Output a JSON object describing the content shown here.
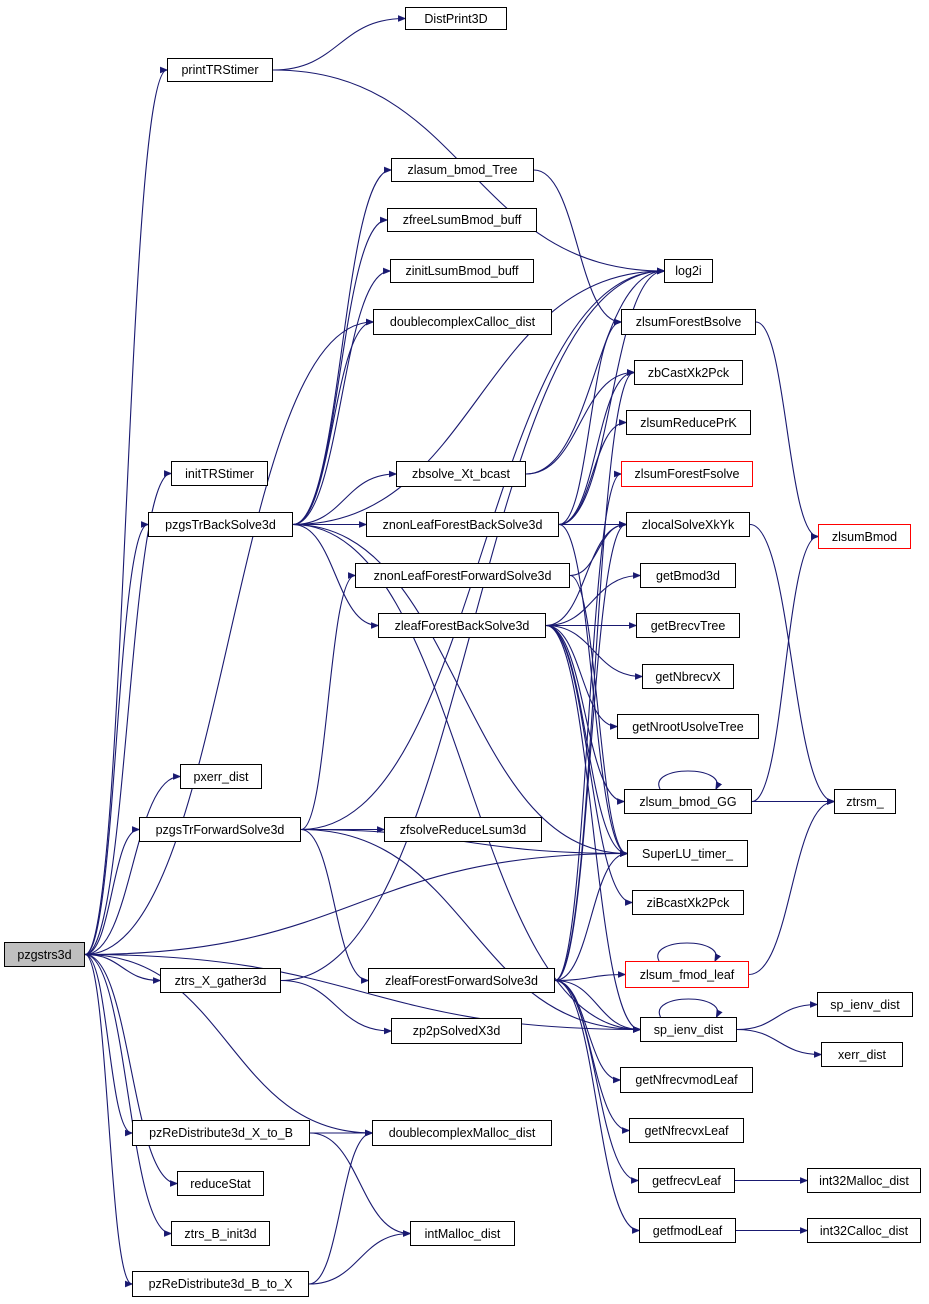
{
  "root": "pzgstrs3d",
  "nodes": [
    {
      "id": "DistPrint3D",
      "label": "DistPrint3D"
    },
    {
      "id": "printTRStimer",
      "label": "printTRStimer"
    },
    {
      "id": "zlasum_bmod_Tree",
      "label": "zlasum_bmod_Tree"
    },
    {
      "id": "zfreeLsumBmod_buff",
      "label": "zfreeLsumBmod_buff"
    },
    {
      "id": "zinitLsumBmod_buff",
      "label": "zinitLsumBmod_buff"
    },
    {
      "id": "log2i",
      "label": "log2i"
    },
    {
      "id": "doublecomplexCalloc_dist",
      "label": "doublecomplexCalloc_dist"
    },
    {
      "id": "zlsumForestBsolve",
      "label": "zlsumForestBsolve"
    },
    {
      "id": "zbCastXk2Pck",
      "label": "zbCastXk2Pck"
    },
    {
      "id": "zlsumReducePrK",
      "label": "zlsumReducePrK"
    },
    {
      "id": "initTRStimer",
      "label": "initTRStimer"
    },
    {
      "id": "zbsolve_Xt_bcast",
      "label": "zbsolve_Xt_bcast"
    },
    {
      "id": "zlsumForestFsolve",
      "label": "zlsumForestFsolve",
      "red": true
    },
    {
      "id": "pzgsTrBackSolve3d",
      "label": "pzgsTrBackSolve3d"
    },
    {
      "id": "znonLeafForestBackSolve3d",
      "label": "znonLeafForestBackSolve3d"
    },
    {
      "id": "zlocalSolveXkYk",
      "label": "zlocalSolveXkYk"
    },
    {
      "id": "zlsumBmod",
      "label": "zlsumBmod",
      "red": true
    },
    {
      "id": "znonLeafForestForwardSolve3d",
      "label": "znonLeafForestForwardSolve3d"
    },
    {
      "id": "getBmod3d",
      "label": "getBmod3d"
    },
    {
      "id": "zleafForestBackSolve3d",
      "label": "zleafForestBackSolve3d"
    },
    {
      "id": "getBrecvTree",
      "label": "getBrecvTree"
    },
    {
      "id": "getNbrecvX",
      "label": "getNbrecvX"
    },
    {
      "id": "getNrootUsolveTree",
      "label": "getNrootUsolveTree"
    },
    {
      "id": "pxerr_dist",
      "label": "pxerr_dist"
    },
    {
      "id": "zlsum_bmod_GG",
      "label": "zlsum_bmod_GG"
    },
    {
      "id": "ztrsm_",
      "label": "ztrsm_"
    },
    {
      "id": "pzgsTrForwardSolve3d",
      "label": "pzgsTrForwardSolve3d"
    },
    {
      "id": "zfsolveReduceLsum3d",
      "label": "zfsolveReduceLsum3d"
    },
    {
      "id": "SuperLU_timer_",
      "label": "SuperLU_timer_"
    },
    {
      "id": "ziBcastXk2Pck",
      "label": "ziBcastXk2Pck"
    },
    {
      "id": "pzgstrs3d",
      "label": "pzgstrs3d"
    },
    {
      "id": "ztrs_X_gather3d",
      "label": "ztrs_X_gather3d"
    },
    {
      "id": "zleafForestForwardSolve3d",
      "label": "zleafForestForwardSolve3d"
    },
    {
      "id": "zlsum_fmod_leaf",
      "label": "zlsum_fmod_leaf",
      "red": true
    },
    {
      "id": "sp_ienv_dist",
      "label": "sp_ienv_dist"
    },
    {
      "id": "zp2pSolvedX3d",
      "label": "zp2pSolvedX3d"
    },
    {
      "id": "xerr_dist",
      "label": "xerr_dist"
    },
    {
      "id": "getNfrecvmodLeaf",
      "label": "getNfrecvmodLeaf"
    },
    {
      "id": "pzReDistribute3d_X_to_B",
      "label": "pzReDistribute3d_X_to_B"
    },
    {
      "id": "doublecomplexMalloc_dist",
      "label": "doublecomplexMalloc_dist"
    },
    {
      "id": "getNfrecvxLeaf",
      "label": "getNfrecvxLeaf"
    },
    {
      "id": "reduceStat",
      "label": "reduceStat"
    },
    {
      "id": "getfrecvLeaf",
      "label": "getfrecvLeaf"
    },
    {
      "id": "int32Malloc_dist",
      "label": "int32Malloc_dist"
    },
    {
      "id": "ztrs_B_init3d",
      "label": "ztrs_B_init3d"
    },
    {
      "id": "intMalloc_dist",
      "label": "intMalloc_dist"
    },
    {
      "id": "getfmodLeaf",
      "label": "getfmodLeaf"
    },
    {
      "id": "int32Calloc_dist",
      "label": "int32Calloc_dist"
    },
    {
      "id": "pzReDistribute3d_B_to_X",
      "label": "pzReDistribute3d_B_to_X"
    }
  ],
  "edges": [
    [
      "pzgstrs3d",
      "printTRStimer"
    ],
    [
      "pzgstrs3d",
      "doublecomplexCalloc_dist"
    ],
    [
      "pzgstrs3d",
      "initTRStimer"
    ],
    [
      "pzgstrs3d",
      "pzgsTrBackSolve3d"
    ],
    [
      "pzgstrs3d",
      "pxerr_dist"
    ],
    [
      "pzgstrs3d",
      "pzgsTrForwardSolve3d"
    ],
    [
      "pzgstrs3d",
      "SuperLU_timer_"
    ],
    [
      "pzgstrs3d",
      "ztrs_X_gather3d"
    ],
    [
      "pzgstrs3d",
      "sp_ienv_dist"
    ],
    [
      "pzgstrs3d",
      "pzReDistribute3d_X_to_B"
    ],
    [
      "pzgstrs3d",
      "doublecomplexMalloc_dist"
    ],
    [
      "pzgstrs3d",
      "reduceStat"
    ],
    [
      "pzgstrs3d",
      "ztrs_B_init3d"
    ],
    [
      "pzgstrs3d",
      "pzReDistribute3d_B_to_X"
    ],
    [
      "printTRStimer",
      "DistPrint3D"
    ],
    [
      "printTRStimer",
      "log2i"
    ],
    [
      "pzgsTrBackSolve3d",
      "zlasum_bmod_Tree"
    ],
    [
      "pzgsTrBackSolve3d",
      "zfreeLsumBmod_buff"
    ],
    [
      "pzgsTrBackSolve3d",
      "zinitLsumBmod_buff"
    ],
    [
      "pzgsTrBackSolve3d",
      "doublecomplexCalloc_dist"
    ],
    [
      "pzgsTrBackSolve3d",
      "log2i"
    ],
    [
      "pzgsTrBackSolve3d",
      "zbsolve_Xt_bcast"
    ],
    [
      "pzgsTrBackSolve3d",
      "znonLeafForestBackSolve3d"
    ],
    [
      "pzgsTrBackSolve3d",
      "zleafForestBackSolve3d"
    ],
    [
      "pzgsTrBackSolve3d",
      "SuperLU_timer_"
    ],
    [
      "pzgsTrBackSolve3d",
      "sp_ienv_dist"
    ],
    [
      "zlasum_bmod_Tree",
      "zlsumForestBsolve"
    ],
    [
      "zbsolve_Xt_bcast",
      "log2i"
    ],
    [
      "zbsolve_Xt_bcast",
      "zbCastXk2Pck"
    ],
    [
      "znonLeafForestBackSolve3d",
      "log2i"
    ],
    [
      "znonLeafForestBackSolve3d",
      "zlsumForestBsolve"
    ],
    [
      "znonLeafForestBackSolve3d",
      "zbCastXk2Pck"
    ],
    [
      "znonLeafForestBackSolve3d",
      "zlsumReducePrK"
    ],
    [
      "znonLeafForestBackSolve3d",
      "zlocalSolveXkYk"
    ],
    [
      "znonLeafForestBackSolve3d",
      "SuperLU_timer_"
    ],
    [
      "zlsumForestBsolve",
      "zlsumBmod"
    ],
    [
      "zlocalSolveXkYk",
      "ztrsm_"
    ],
    [
      "zleafForestBackSolve3d",
      "zlocalSolveXkYk"
    ],
    [
      "zleafForestBackSolve3d",
      "getBmod3d"
    ],
    [
      "zleafForestBackSolve3d",
      "getBrecvTree"
    ],
    [
      "zleafForestBackSolve3d",
      "getNbrecvX"
    ],
    [
      "zleafForestBackSolve3d",
      "getNrootUsolveTree"
    ],
    [
      "zleafForestBackSolve3d",
      "zlsum_bmod_GG"
    ],
    [
      "zleafForestBackSolve3d",
      "SuperLU_timer_"
    ],
    [
      "zleafForestBackSolve3d",
      "ziBcastXk2Pck"
    ],
    [
      "zleafForestBackSolve3d",
      "sp_ienv_dist"
    ],
    [
      "zlsum_bmod_GG",
      "zlsum_bmod_GG"
    ],
    [
      "zlsum_bmod_GG",
      "zlsumBmod"
    ],
    [
      "zlsum_bmod_GG",
      "ztrsm_"
    ],
    [
      "pzgsTrForwardSolve3d",
      "log2i"
    ],
    [
      "pzgsTrForwardSolve3d",
      "znonLeafForestForwardSolve3d"
    ],
    [
      "pzgsTrForwardSolve3d",
      "SuperLU_timer_"
    ],
    [
      "pzgsTrForwardSolve3d",
      "zfsolveReduceLsum3d"
    ],
    [
      "pzgsTrForwardSolve3d",
      "zleafForestForwardSolve3d"
    ],
    [
      "pzgsTrForwardSolve3d",
      "sp_ienv_dist"
    ],
    [
      "znonLeafForestForwardSolve3d",
      "zlocalSolveXkYk"
    ],
    [
      "znonLeafForestForwardSolve3d",
      "SuperLU_timer_"
    ],
    [
      "zleafForestForwardSolve3d",
      "zbCastXk2Pck"
    ],
    [
      "zleafForestForwardSolve3d",
      "zlsumForestFsolve"
    ],
    [
      "zleafForestForwardSolve3d",
      "zlocalSolveXkYk"
    ],
    [
      "zleafForestForwardSolve3d",
      "SuperLU_timer_"
    ],
    [
      "zleafForestForwardSolve3d",
      "zlsum_fmod_leaf"
    ],
    [
      "zleafForestForwardSolve3d",
      "sp_ienv_dist"
    ],
    [
      "zleafForestForwardSolve3d",
      "getNfrecvmodLeaf"
    ],
    [
      "zleafForestForwardSolve3d",
      "getNfrecvxLeaf"
    ],
    [
      "zleafForestForwardSolve3d",
      "getfrecvLeaf"
    ],
    [
      "zleafForestForwardSolve3d",
      "getfmodLeaf"
    ],
    [
      "zlsum_fmod_leaf",
      "zlsum_fmod_leaf"
    ],
    [
      "zlsum_fmod_leaf",
      "ztrsm_"
    ],
    [
      "ztrs_X_gather3d",
      "zp2pSolvedX3d"
    ],
    [
      "ztrs_X_gather3d",
      "log2i"
    ],
    [
      "sp_ienv_dist",
      "sp_ienv_dist"
    ],
    [
      "sp_ienv_dist",
      "xerr_dist"
    ],
    [
      "pzReDistribute3d_X_to_B",
      "doublecomplexMalloc_dist"
    ],
    [
      "pzReDistribute3d_X_to_B",
      "intMalloc_dist"
    ],
    [
      "getfrecvLeaf",
      "int32Malloc_dist"
    ],
    [
      "getfmodLeaf",
      "int32Calloc_dist"
    ],
    [
      "pzReDistribute3d_B_to_X",
      "intMalloc_dist"
    ],
    [
      "pzReDistribute3d_B_to_X",
      "doublecomplexMalloc_dist"
    ]
  ]
}
